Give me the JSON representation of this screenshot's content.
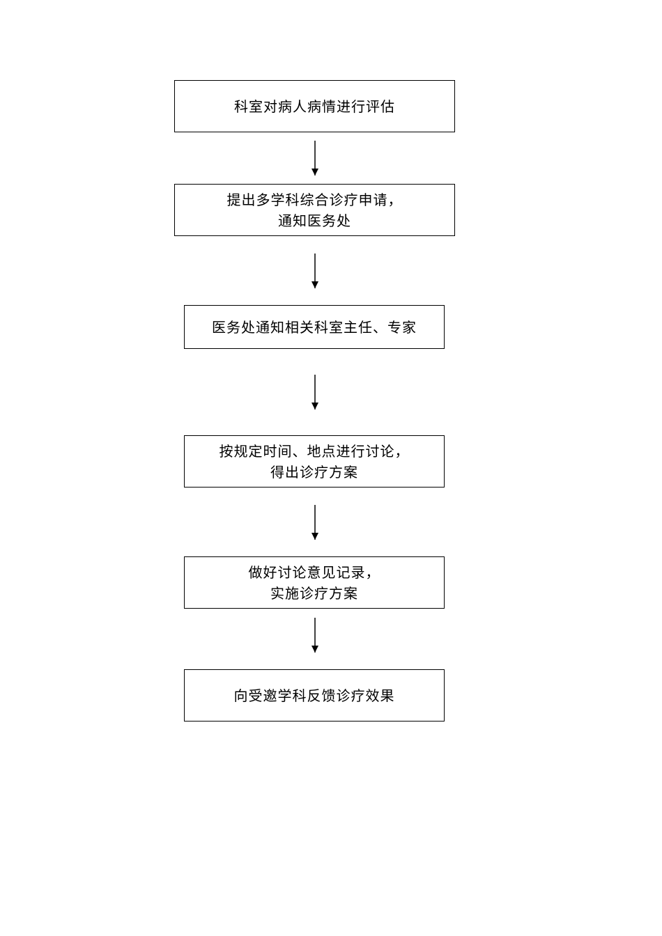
{
  "flowchart": {
    "steps": [
      {
        "lines": [
          "科室对病人病情进行评估"
        ]
      },
      {
        "lines": [
          "提出多学科综合诊疗申请，",
          "通知医务处"
        ]
      },
      {
        "lines": [
          "医务处通知相关科室主任、专家"
        ]
      },
      {
        "lines": [
          "按规定时间、地点进行讨论，",
          "得出诊疗方案"
        ]
      },
      {
        "lines": [
          "做好讨论意见记录，",
          "实施诊疗方案"
        ]
      },
      {
        "lines": [
          "向受邀学科反馈诊疗效果"
        ]
      }
    ]
  }
}
